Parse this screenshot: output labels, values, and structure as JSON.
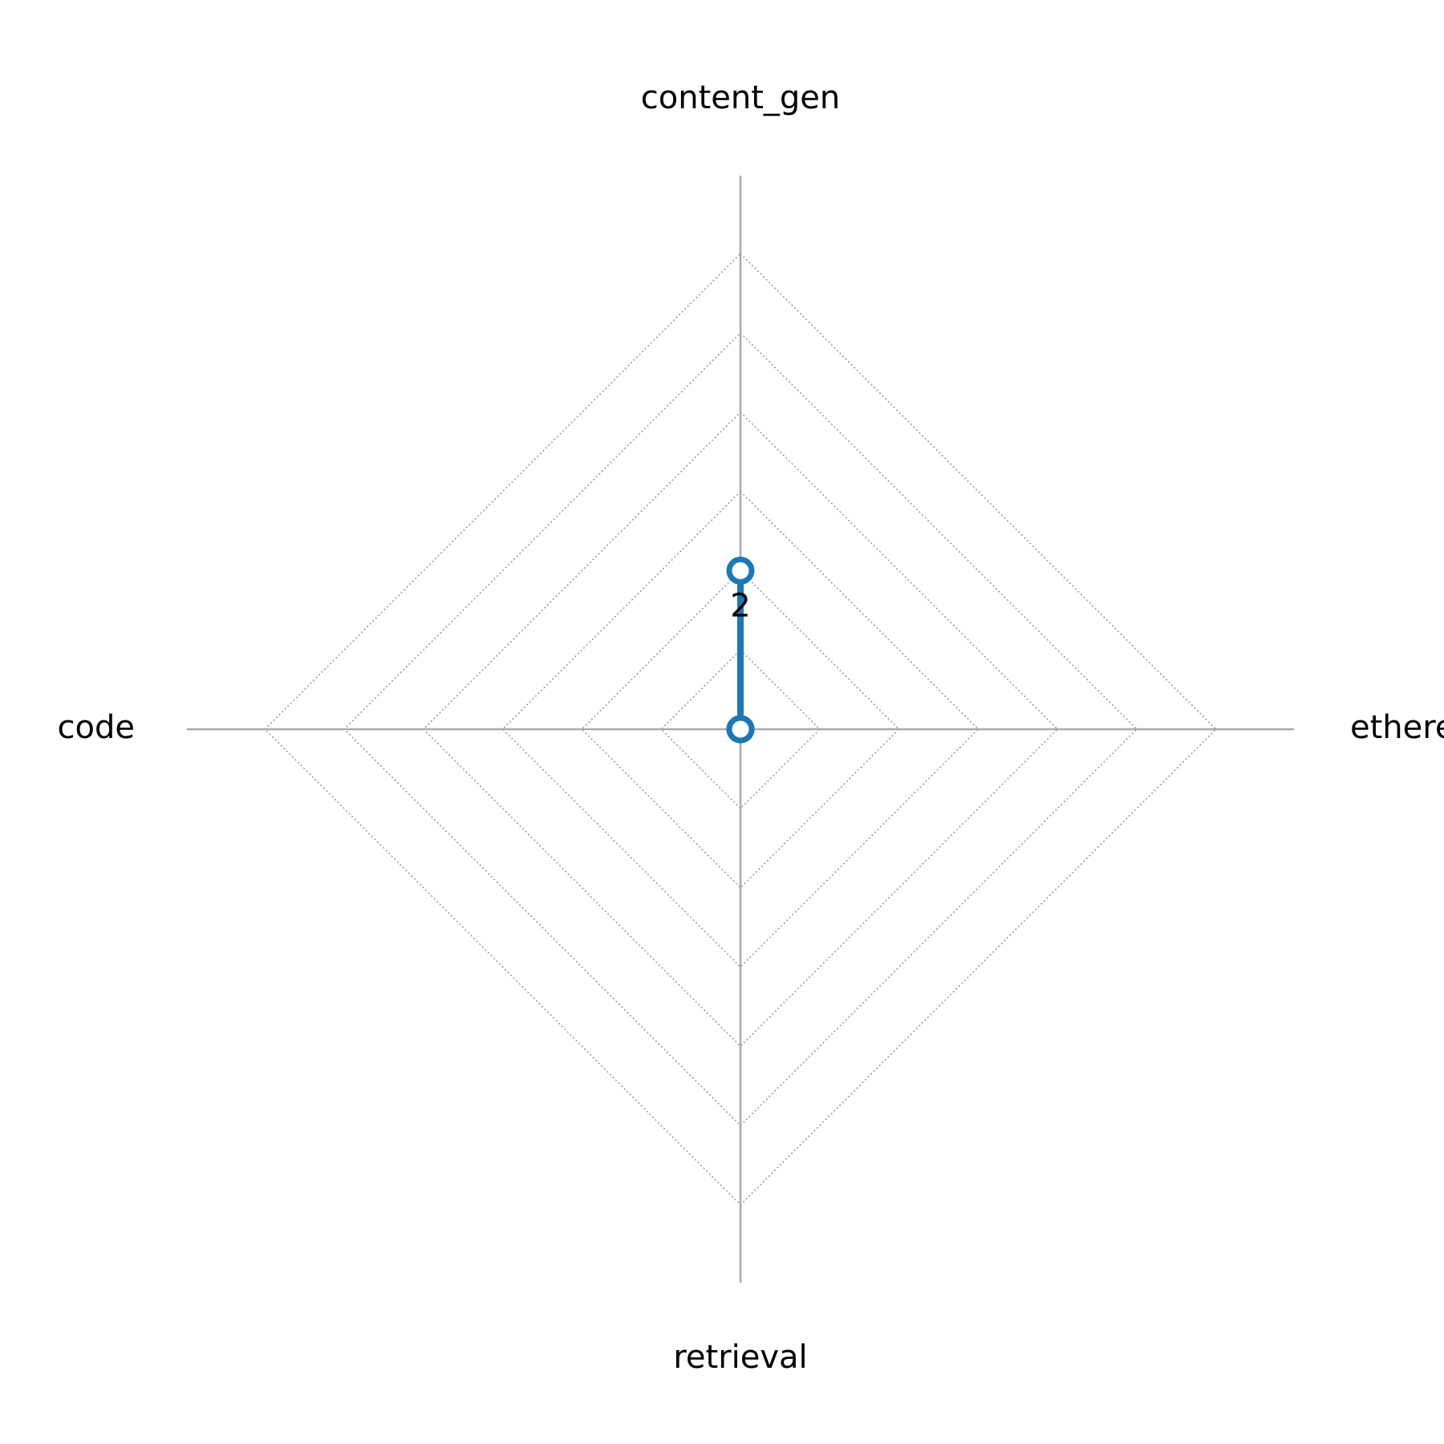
{
  "chart_data": {
    "type": "radar",
    "axes": [
      "content_gen",
      "ethereum",
      "retrieval",
      "code"
    ],
    "series": [
      {
        "values": [
          2,
          0,
          0,
          0
        ],
        "color": "#1f77b4",
        "value_labels": [
          "2",
          "",
          "",
          ""
        ]
      }
    ],
    "rlim": [
      0,
      6
    ],
    "ring_values": [
      1,
      2,
      3,
      4,
      5,
      6
    ],
    "grid": true,
    "colors": {
      "grid": "#9a9a9a",
      "spokes": "#aaaaaa",
      "series": "#1f77b4"
    }
  }
}
